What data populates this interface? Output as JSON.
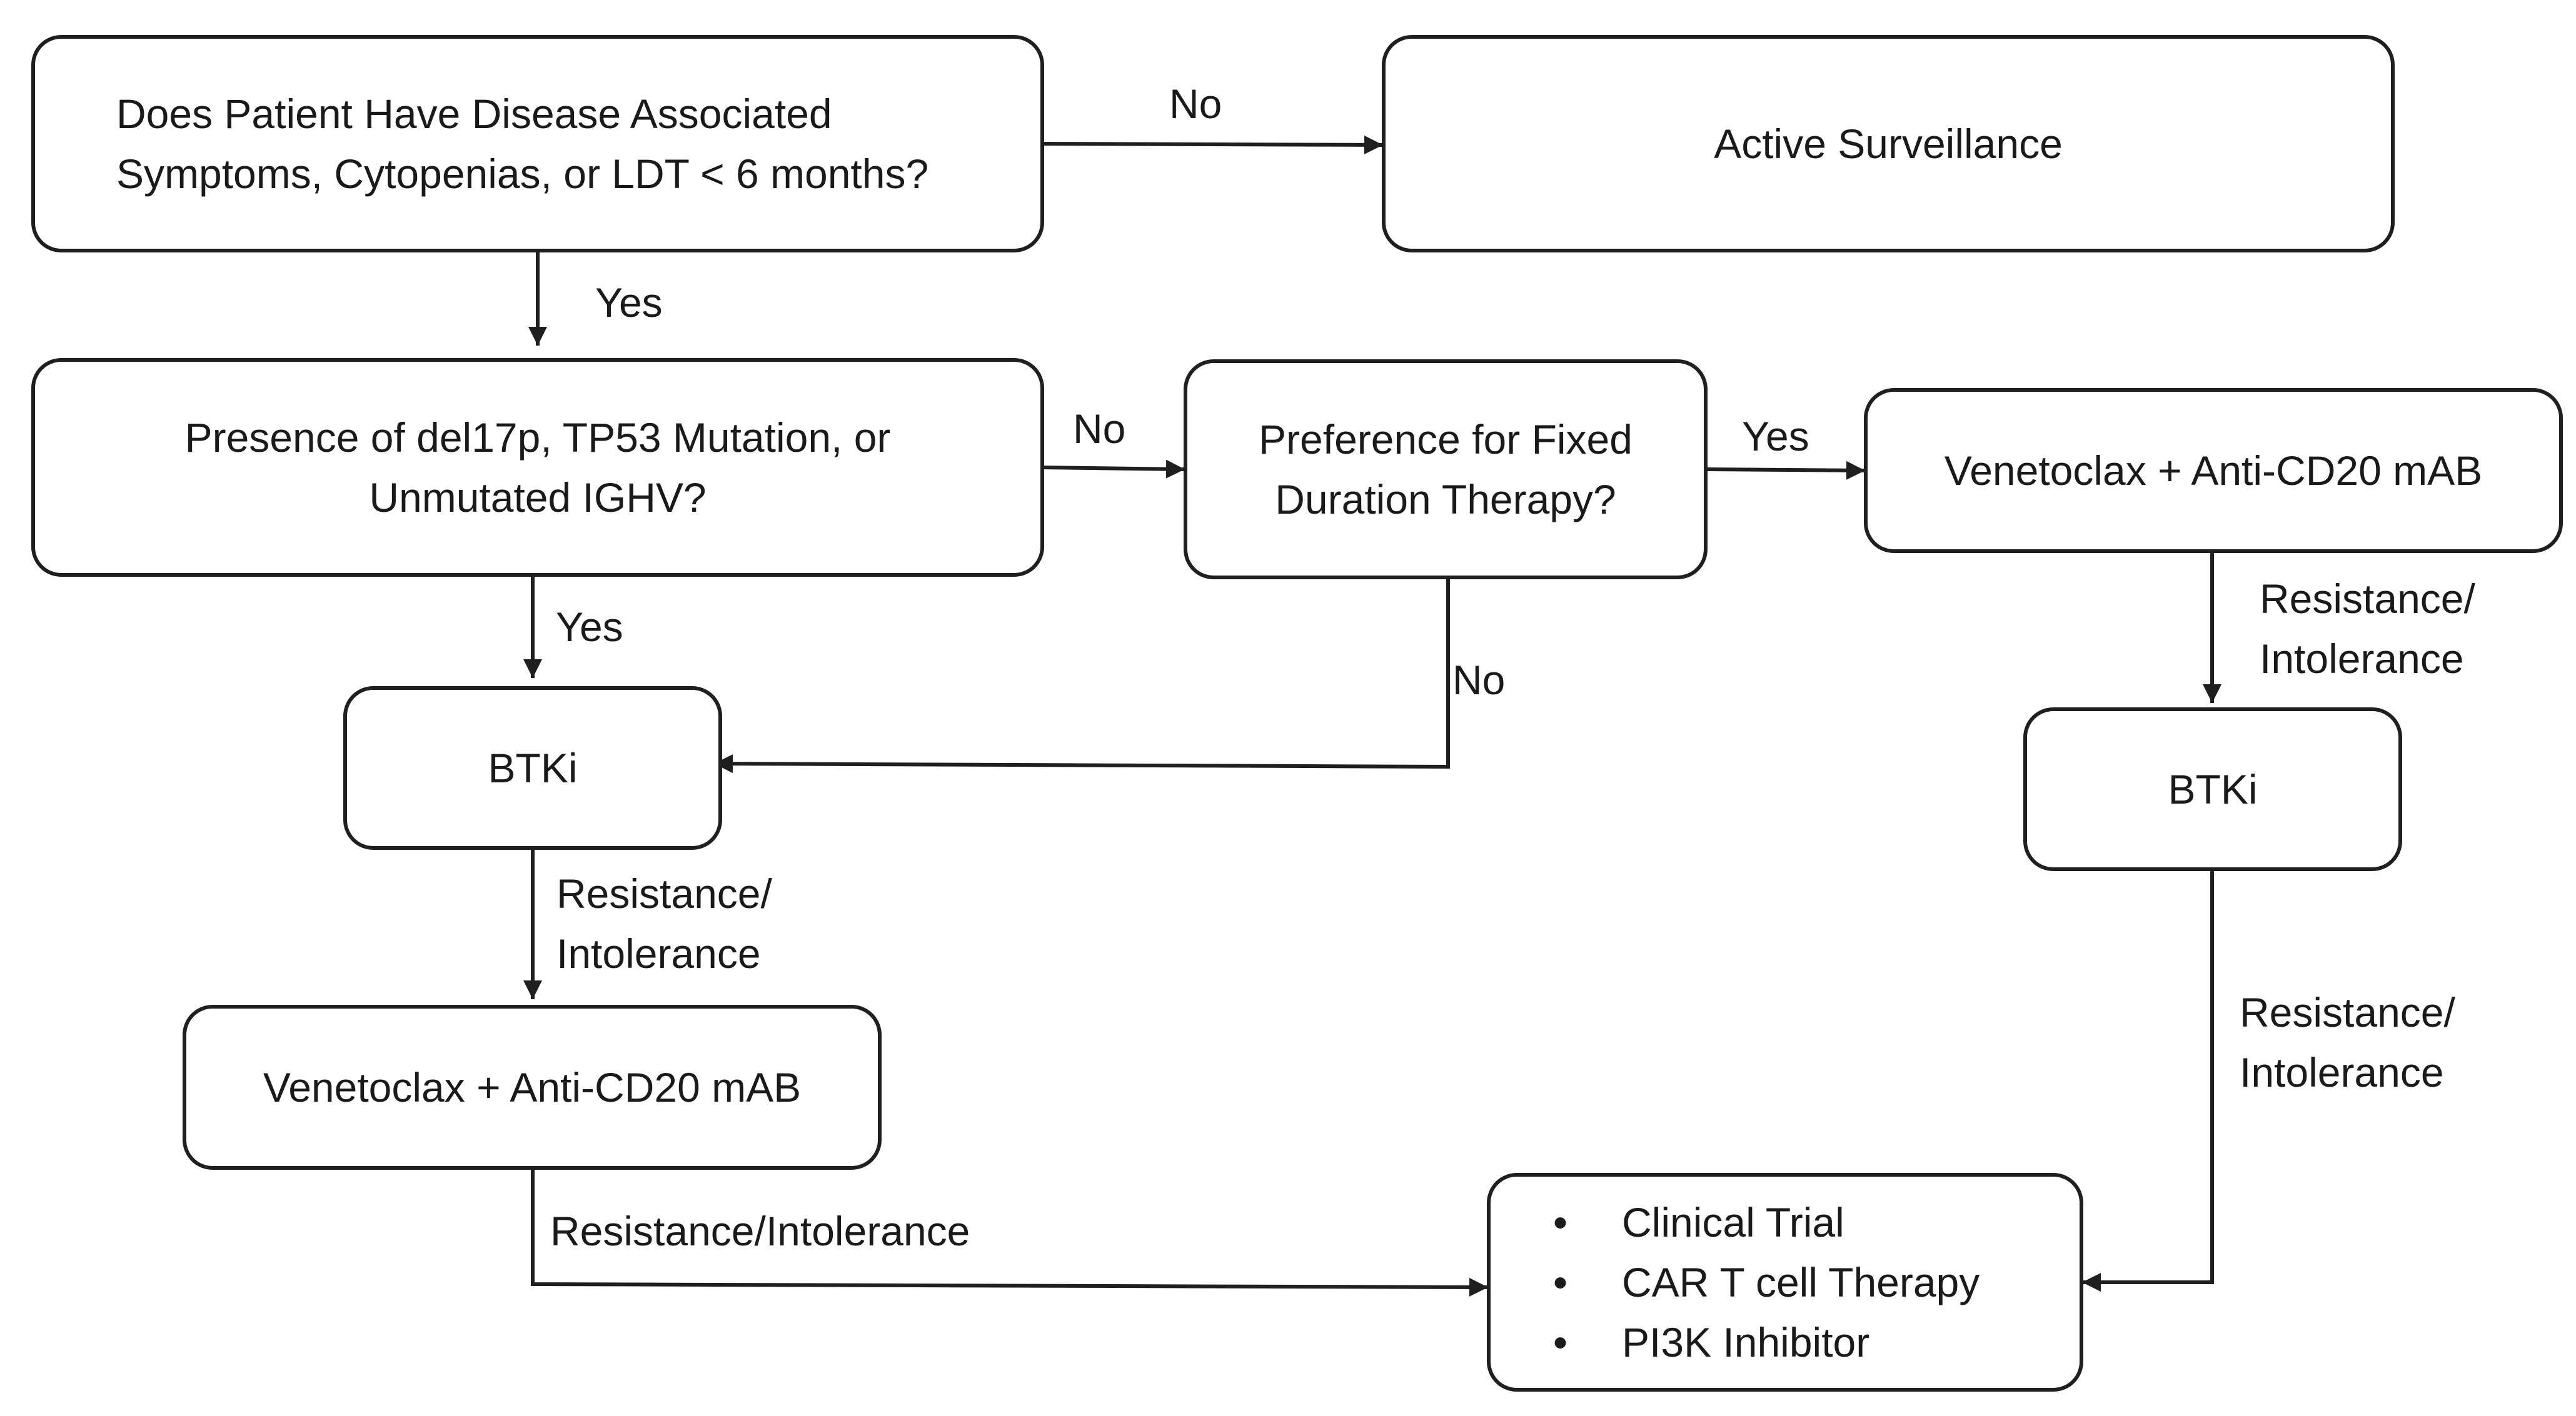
{
  "nodes": {
    "start_question": {
      "lines": [
        "Does Patient Have Disease Associated",
        "Symptoms, Cytopenias, or LDT < 6 months?"
      ]
    },
    "active_surveillance": {
      "lines": [
        "Active Surveillance"
      ]
    },
    "high_risk_question": {
      "lines": [
        "Presence of del17p, TP53 Mutation, or",
        "Unmutated IGHV?"
      ]
    },
    "fixed_duration_question": {
      "lines": [
        "Preference for Fixed",
        "Duration Therapy?"
      ]
    },
    "venetoclax_right": {
      "lines": [
        "Venetoclax + Anti-CD20 mAB"
      ]
    },
    "btki_left": {
      "lines": [
        "BTKi"
      ]
    },
    "btki_right": {
      "lines": [
        "BTKi"
      ]
    },
    "venetoclax_left": {
      "lines": [
        "Venetoclax + Anti-CD20 mAB"
      ]
    },
    "final_options": {
      "items": [
        "Clinical Trial",
        "CAR T cell Therapy",
        "PI3K Inhibitor"
      ]
    }
  },
  "edge_labels": {
    "start_no": "No",
    "start_yes": "Yes",
    "risk_no": "No",
    "risk_yes": "Yes",
    "fixed_yes": "Yes",
    "fixed_no": "No",
    "ven_right_resistance": [
      "Resistance/",
      "Intolerance"
    ],
    "btki_left_resistance": [
      "Resistance/",
      "Intolerance"
    ],
    "btki_right_resistance": [
      "Resistance/",
      "Intolerance"
    ],
    "ven_left_resistance": "Resistance/Intolerance"
  },
  "colors": {
    "line": "#1f1f1f",
    "background": "#ffffff"
  }
}
